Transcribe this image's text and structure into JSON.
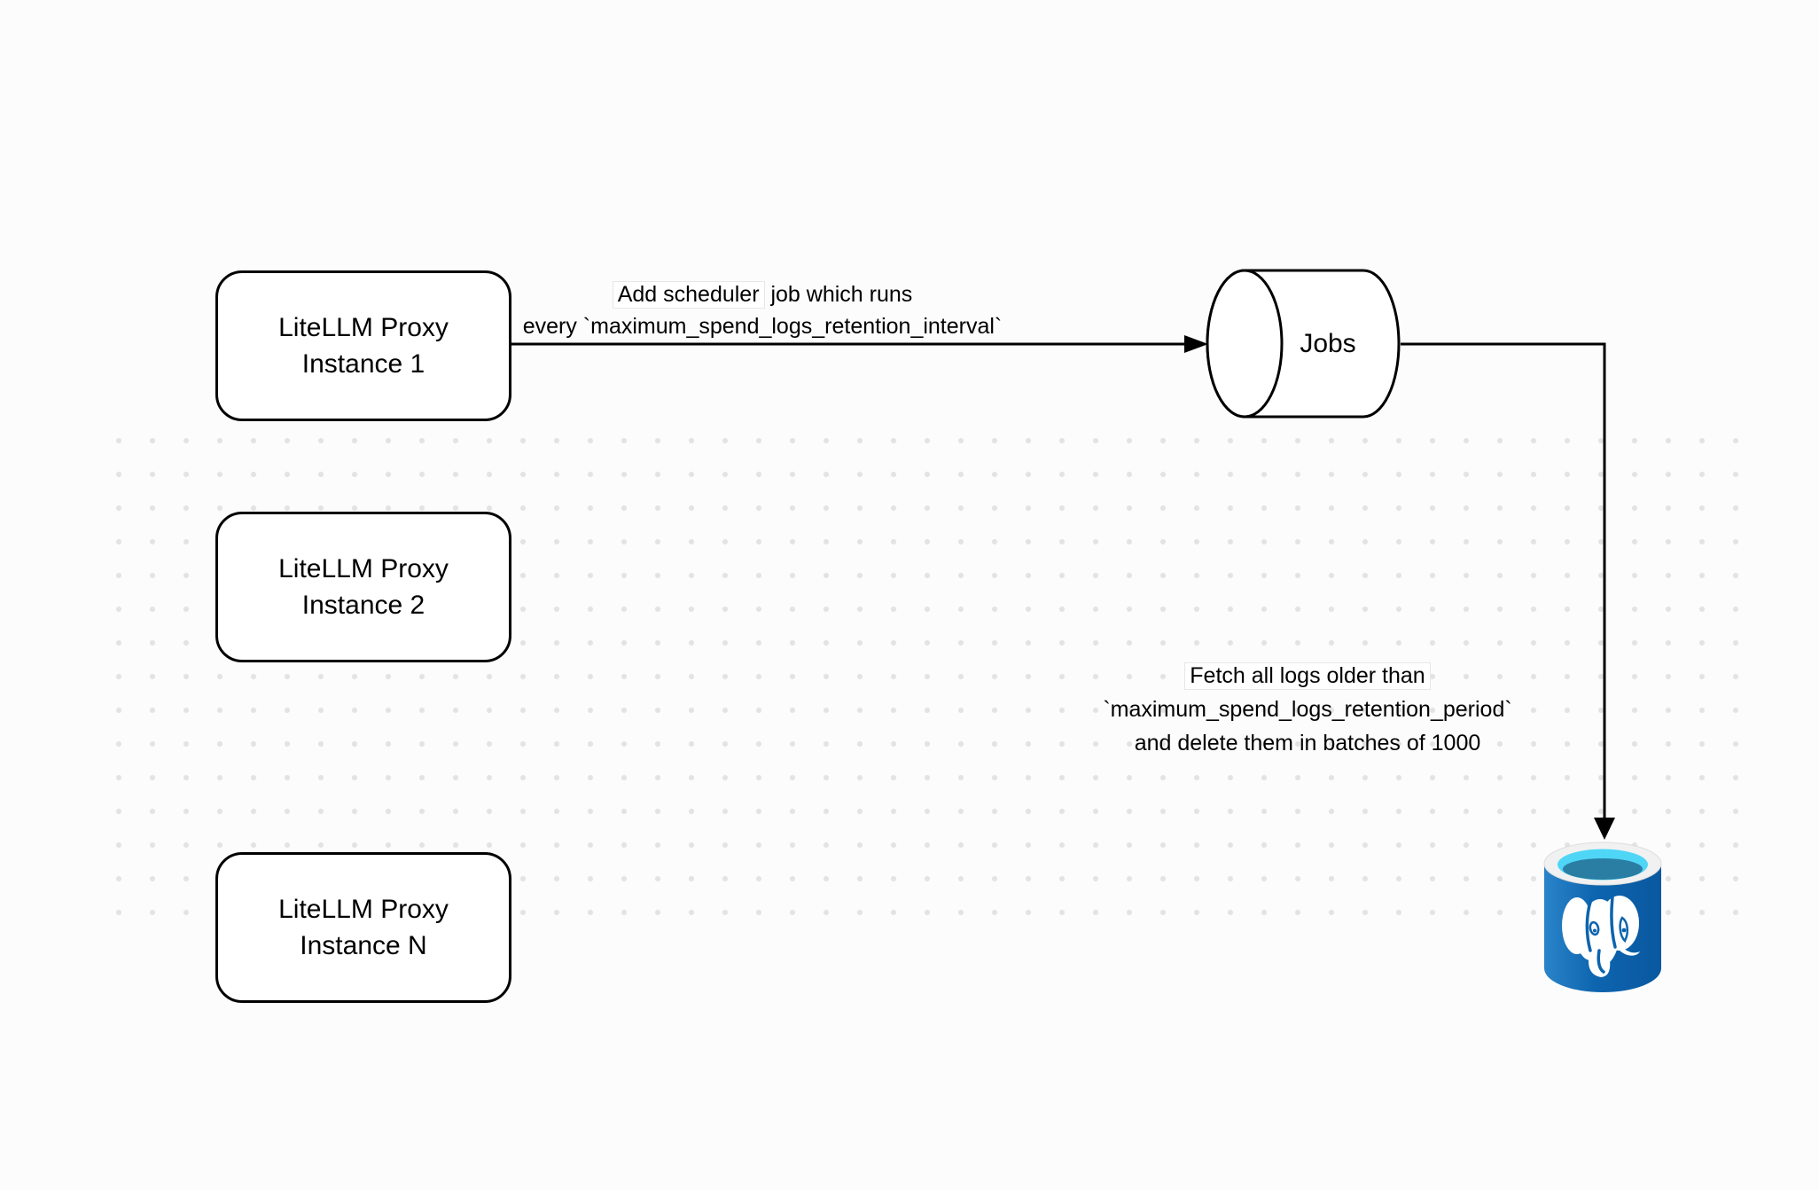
{
  "nodes": {
    "boxes": [
      {
        "line1": "LiteLLM Proxy",
        "line2": "Instance 1"
      },
      {
        "line1": "LiteLLM Proxy",
        "line2": "Instance 2"
      },
      {
        "line1": "LiteLLM Proxy",
        "line2": "Instance N"
      }
    ],
    "queue": {
      "label": "Jobs"
    }
  },
  "edges": {
    "scheduler": {
      "line1_highlight": "Add scheduler",
      "line1_rest": " job which runs",
      "line2": "every `maximum_spend_logs_retention_interval`"
    },
    "cleanup": {
      "line1": "Fetch all logs older than",
      "line2": "`maximum_spend_logs_retention_period`",
      "line3": "and delete them in batches of 1000"
    }
  },
  "colors": {
    "stroke": "#000000",
    "dot_grid": "#e3e3e3",
    "postgres_body_left": "#2a84c9",
    "postgres_body_mid": "#0d64ae",
    "postgres_body_right": "#0a58a0",
    "postgres_rim": "#f1f1f1",
    "postgres_water_cyan": "#4fd6f6",
    "postgres_water_deep": "#2a7ea4",
    "postgres_elephant": "#ffffff"
  }
}
